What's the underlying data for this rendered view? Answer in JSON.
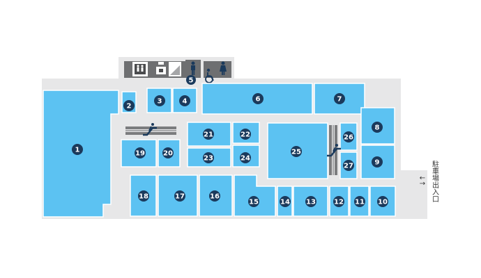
{
  "stores": [
    {
      "id": "store-1",
      "label": "1"
    },
    {
      "id": "store-2",
      "label": "2"
    },
    {
      "id": "store-3",
      "label": "3"
    },
    {
      "id": "store-4",
      "label": "4"
    },
    {
      "id": "store-6",
      "label": "6"
    },
    {
      "id": "store-7",
      "label": "7"
    },
    {
      "id": "store-8",
      "label": "8"
    },
    {
      "id": "store-9",
      "label": "9"
    },
    {
      "id": "store-10",
      "label": "10"
    },
    {
      "id": "store-11",
      "label": "11"
    },
    {
      "id": "store-12",
      "label": "12"
    },
    {
      "id": "store-13",
      "label": "13"
    },
    {
      "id": "store-14",
      "label": "14"
    },
    {
      "id": "store-15",
      "label": "15"
    },
    {
      "id": "store-16",
      "label": "16"
    },
    {
      "id": "store-17",
      "label": "17"
    },
    {
      "id": "store-18",
      "label": "18"
    },
    {
      "id": "store-19",
      "label": "19"
    },
    {
      "id": "store-20",
      "label": "20"
    },
    {
      "id": "store-21",
      "label": "21"
    },
    {
      "id": "store-22",
      "label": "22"
    },
    {
      "id": "store-23",
      "label": "23"
    },
    {
      "id": "store-24",
      "label": "24"
    },
    {
      "id": "store-25",
      "label": "25"
    },
    {
      "id": "store-26",
      "label": "26"
    },
    {
      "id": "store-27",
      "label": "27"
    }
  ],
  "facility_label": "5",
  "parking": {
    "chars": [
      "駐",
      "車",
      "場",
      "出",
      "入",
      "口"
    ],
    "arrow_in": "→",
    "arrow_out": "←"
  },
  "icons": [
    "elevator-icon",
    "locker-icon",
    "stairs-icon",
    "mens-restroom-icon",
    "accessible-restroom-icon",
    "womens-restroom-icon",
    "escalator-icon"
  ],
  "colors": {
    "store": "#5cc2f2",
    "badge": "#1b3a5c",
    "floor": "#e7e7e8",
    "facility": "#6e6f71"
  }
}
